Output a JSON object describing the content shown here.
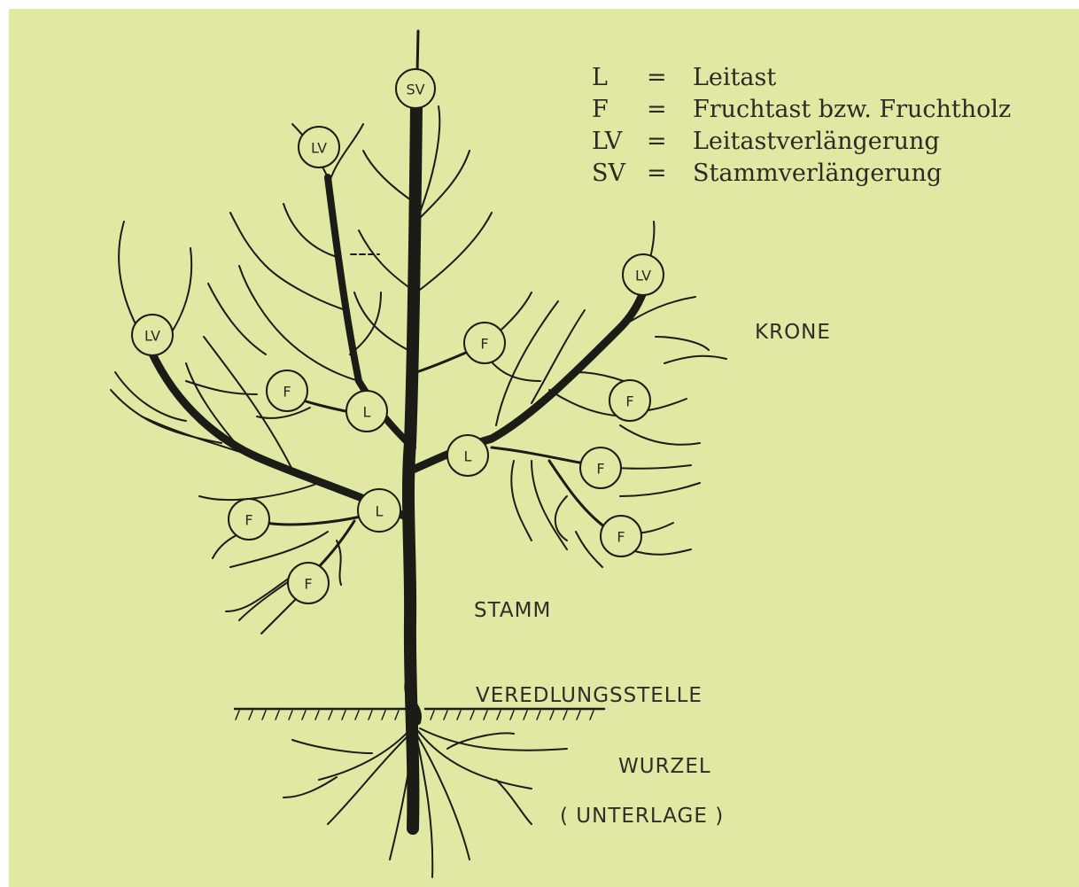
{
  "legend": [
    {
      "key": "L",
      "eq": "=",
      "text": "Leitast"
    },
    {
      "key": "F",
      "eq": "=",
      "text": "Fruchtast bzw. Fruchtholz"
    },
    {
      "key": "LV",
      "eq": "=",
      "text": "Leitastverlängerung"
    },
    {
      "key": "SV",
      "eq": "=",
      "text": "Stammverlängerung"
    }
  ],
  "sections": {
    "crown": "KRONE",
    "trunk": "STAMM",
    "graft": "VEREDLUNGSSTELLE",
    "root": "WURZEL",
    "rootstock": "( UNTERLAGE )"
  },
  "nodes": {
    "sv": "SV",
    "lv_top": "LV",
    "lv_left": "LV",
    "lv_right": "LV",
    "l_upper": "L",
    "l_mid": "L",
    "l_lower": "L",
    "f_a": "F",
    "f_b": "F",
    "f_c": "F",
    "f_d": "F",
    "f_e": "F",
    "f_f": "F",
    "f_g": "F"
  },
  "colors": {
    "background": "#e1e8a4",
    "ink": "#1c1c16"
  }
}
